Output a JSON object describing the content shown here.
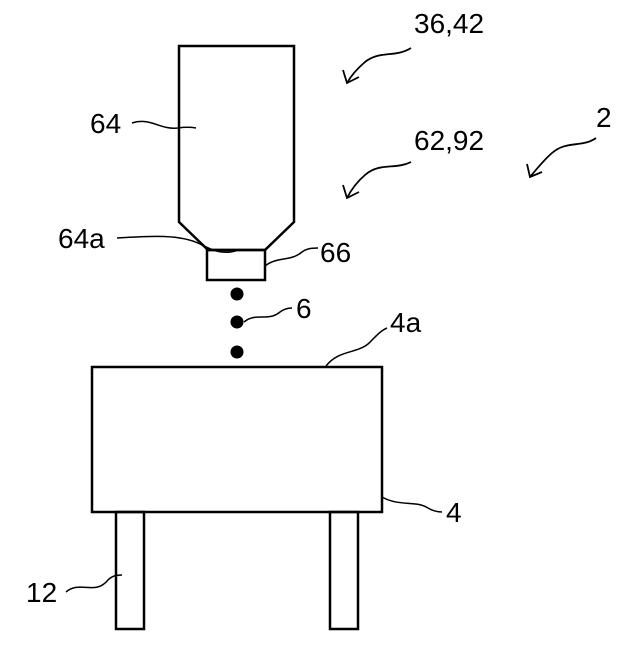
{
  "figure": {
    "labels": {
      "assembly_a": "36,42",
      "assembly_b": "62,92",
      "overall": "2",
      "container": "64",
      "container_outlet": "64a",
      "nozzle": "66",
      "droplets": "6",
      "target_surface": "4a",
      "target_block": "4",
      "legs": "12"
    },
    "colors": {
      "line": "#000000",
      "background": "#ffffff"
    }
  }
}
